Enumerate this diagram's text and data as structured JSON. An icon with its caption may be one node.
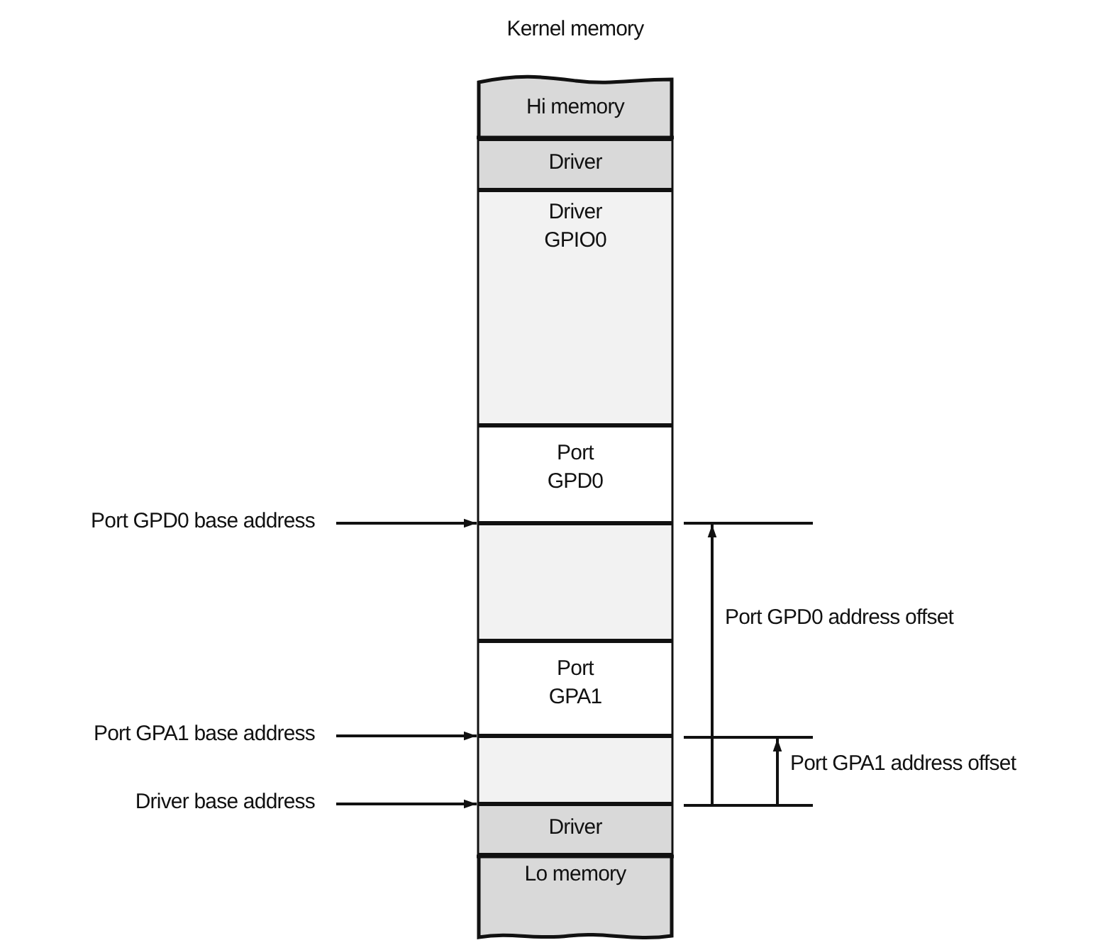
{
  "diagram": {
    "title": "Kernel memory",
    "nodes": [
      {
        "text": [
          "Hi memory"
        ]
      },
      {
        "text": [
          "Driver"
        ]
      },
      {
        "text": [
          "Driver GPIO0"
        ]
      },
      {
        "text": [
          "Port GPD0"
        ]
      },
      {
        "text": [],
        "shape": "box"
      },
      {
        "text": [
          "Port GPA1"
        ]
      },
      {
        "text": [],
        "shape": "box"
      },
      {
        "text": [
          "Driver"
        ]
      },
      {
        "text": [
          "Lo memory"
        ]
      },
      {
        "text": [
          "Port GPD0 base address"
        ]
      },
      {
        "text": [
          "Port GPA1 base address"
        ]
      },
      {
        "text": [
          "Driver base address"
        ]
      }
    ],
    "edges": [
      {
        "from": 9,
        "to": 4,
        "arrow": "to"
      },
      {
        "from": 10,
        "to": 6,
        "arrow": "to"
      },
      {
        "from": 11,
        "to": 7,
        "arrow": "to"
      }
    ],
    "labels": [
      "Port GPD0 address offset",
      "Port GPA1 address offset"
    ]
  }
}
